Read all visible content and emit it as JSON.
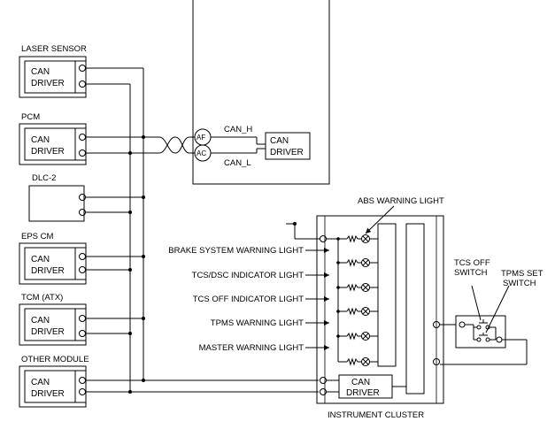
{
  "modules": [
    {
      "title": "LASER SENSOR",
      "line1": "CAN",
      "line2": "DRIVER"
    },
    {
      "title": "PCM",
      "line1": "CAN",
      "line2": "DRIVER"
    },
    {
      "title": "DLC-2",
      "line1": "",
      "line2": ""
    },
    {
      "title": "EPS CM",
      "line1": "CAN",
      "line2": "DRIVER"
    },
    {
      "title": "TCM (ATX)",
      "line1": "CAN",
      "line2": "DRIVER"
    },
    {
      "title": "OTHER MODULE",
      "line1": "CAN",
      "line2": "DRIVER"
    }
  ],
  "abs_unit": {
    "pin_high": "AF",
    "pin_low": "AC",
    "can_h": "CAN_H",
    "can_l": "CAN_L",
    "driver_line1": "CAN",
    "driver_line2": "DRIVER"
  },
  "cluster": {
    "title": "INSTRUMENT CLUSTER",
    "driver_line1": "CAN",
    "driver_line2": "DRIVER",
    "abs_warning": "ABS WARNING LIGHT",
    "lights": [
      "BRAKE SYSTEM WARNING LIGHT",
      "TCS/DSC INDICATOR LIGHT",
      "TCS OFF INDICATOR LIGHT",
      "TPMS WARNING LIGHT",
      "MASTER WARNING LIGHT"
    ]
  },
  "switches": {
    "tcs_off_1": "TCS OFF",
    "tcs_off_2": "SWITCH",
    "tpms_1": "TPMS SET",
    "tpms_2": "SWITCH"
  }
}
